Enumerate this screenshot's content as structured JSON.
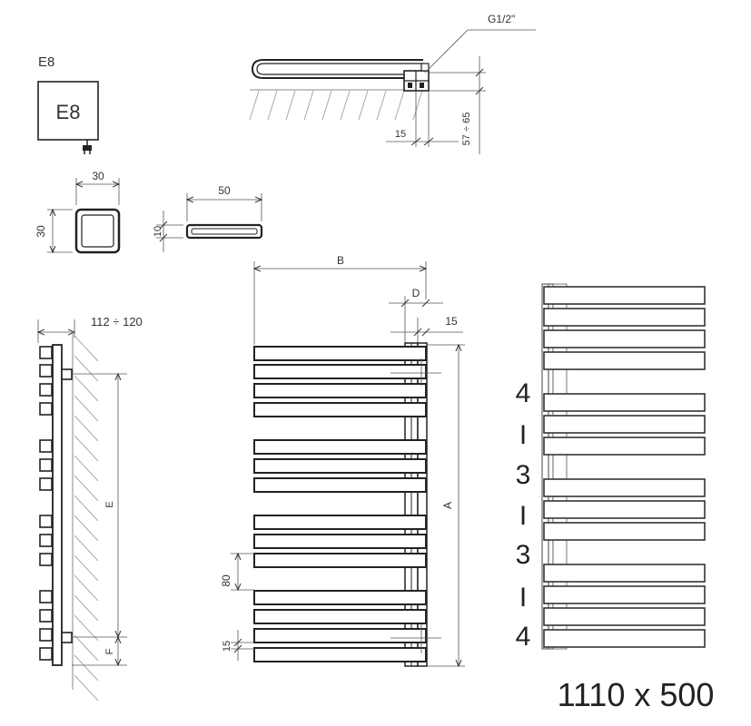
{
  "thermostat": {
    "heading": "E8",
    "box_label": "E8"
  },
  "connection": {
    "thread": "G1/2\"",
    "offset": "15",
    "wall_distance": "57 ÷ 65"
  },
  "square_profile": {
    "width": "30",
    "height": "30"
  },
  "flat_profile": {
    "width": "50",
    "height": "10"
  },
  "side_view": {
    "depth": "112 ÷ 120",
    "e_label": "E",
    "f_label": "F"
  },
  "front_view": {
    "b_label": "B",
    "d_label": "D",
    "offset": "15",
    "a_label": "A",
    "group_gap": "80",
    "bar_gap": "15"
  },
  "grouping": {
    "counts": [
      "4",
      "I",
      "3",
      "I",
      "3",
      "I",
      "4"
    ]
  },
  "size_label": "1110 x 500"
}
